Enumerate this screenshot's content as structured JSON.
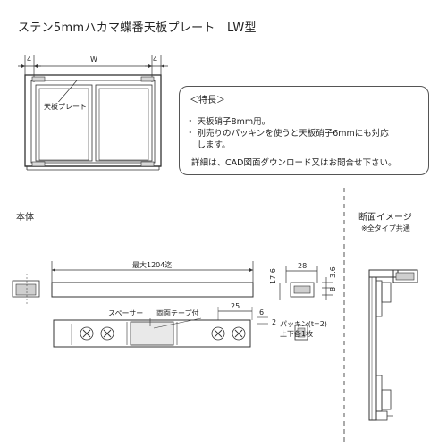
{
  "title": "ステン5mmハカマ蝶番天板プレート　LW型",
  "top_drawing": {
    "dim_left": "4",
    "dim_w": "W",
    "dim_right": "4",
    "label_plate": "天板プレート"
  },
  "features": {
    "heading": "＜特長＞",
    "items": [
      "・ 天板硝子8mm用。",
      "・ 別売りのパッキンを使うと天板硝子6mmにも対応",
      "　 します。"
    ],
    "note": "詳細は、CAD図面ダウンロード又はお問合せ下さい。"
  },
  "body_section": {
    "label": "本体",
    "max_length": "最大1204迄",
    "spacer_label": "スペーサー",
    "tape_label": "両面テープ付",
    "dim_25": "25",
    "dim_6": "6",
    "dim_28": "28",
    "dim_17_6": "17.6",
    "dim_3_6": "3.6",
    "dim_8": "8",
    "dim_2": "2",
    "packing_label": "パッキン(t=2)",
    "packing_qty": "上下各1枚"
  },
  "cross_section": {
    "label": "断面イメージ",
    "note": "※全タイプ共通"
  }
}
